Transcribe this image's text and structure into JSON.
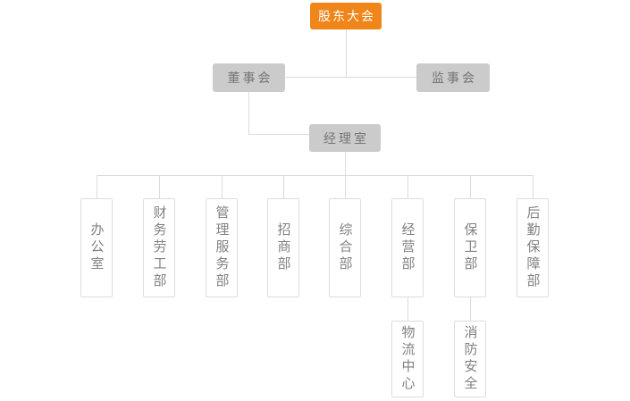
{
  "org_chart": {
    "root": {
      "label": "股东大会"
    },
    "boards": [
      {
        "label": "董事会"
      },
      {
        "label": "监事会"
      }
    ],
    "manager_office": {
      "label": "经理室"
    },
    "departments": [
      {
        "label": "办公室"
      },
      {
        "label": "财务劳工部"
      },
      {
        "label": "管理服务部"
      },
      {
        "label": "招商部"
      },
      {
        "label": "综合部"
      },
      {
        "label": "经营部"
      },
      {
        "label": "保卫部"
      },
      {
        "label": "后勤保障部"
      }
    ],
    "sub_departments": [
      {
        "label": "物流中心",
        "parent": "经营部"
      },
      {
        "label": "消防安全",
        "parent": "保卫部"
      }
    ],
    "colors": {
      "root_bg": "#F0851A",
      "root_text": "#FFFFFF",
      "committee_bg": "#CBCBCB",
      "committee_text": "#767676",
      "department_border": "#DDDDDD",
      "department_text": "#818181",
      "connector_line": "#DBDBDB"
    }
  }
}
